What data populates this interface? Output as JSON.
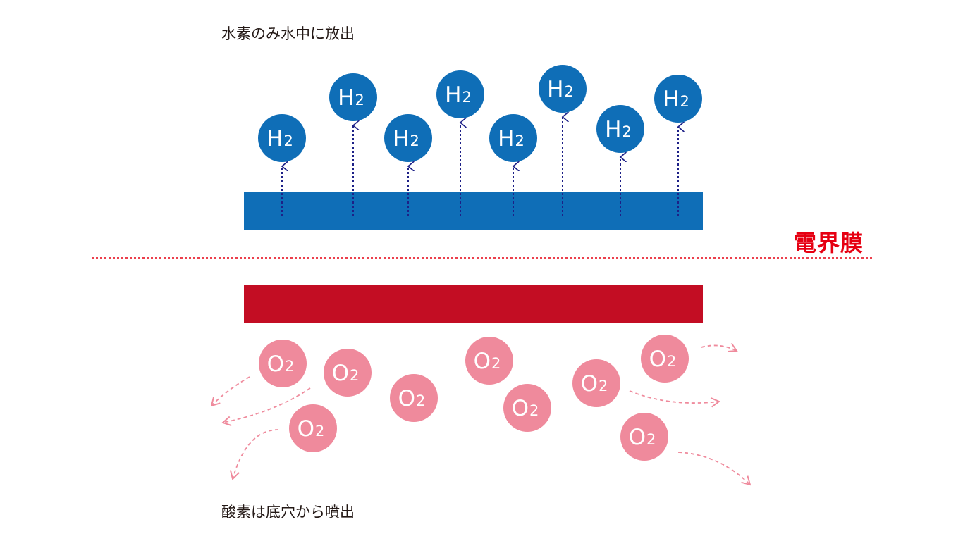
{
  "labels": {
    "top": "水素のみ水中に放出",
    "bottom": "酸素は底穴から噴出",
    "membrane": "電界膜"
  },
  "molecules": {
    "hydrogen": {
      "symbol": "H",
      "subscript": "2",
      "count": 8
    },
    "oxygen": {
      "symbol": "O",
      "subscript": "2",
      "count": 9
    }
  },
  "colors": {
    "cathode_plate": "#0f6eb7",
    "anode_plate": "#c30d23",
    "hydrogen": "#0f6eb7",
    "oxygen": "#ef8a9c",
    "membrane_line": "#e60012",
    "h_arrow": "#1d2087"
  }
}
